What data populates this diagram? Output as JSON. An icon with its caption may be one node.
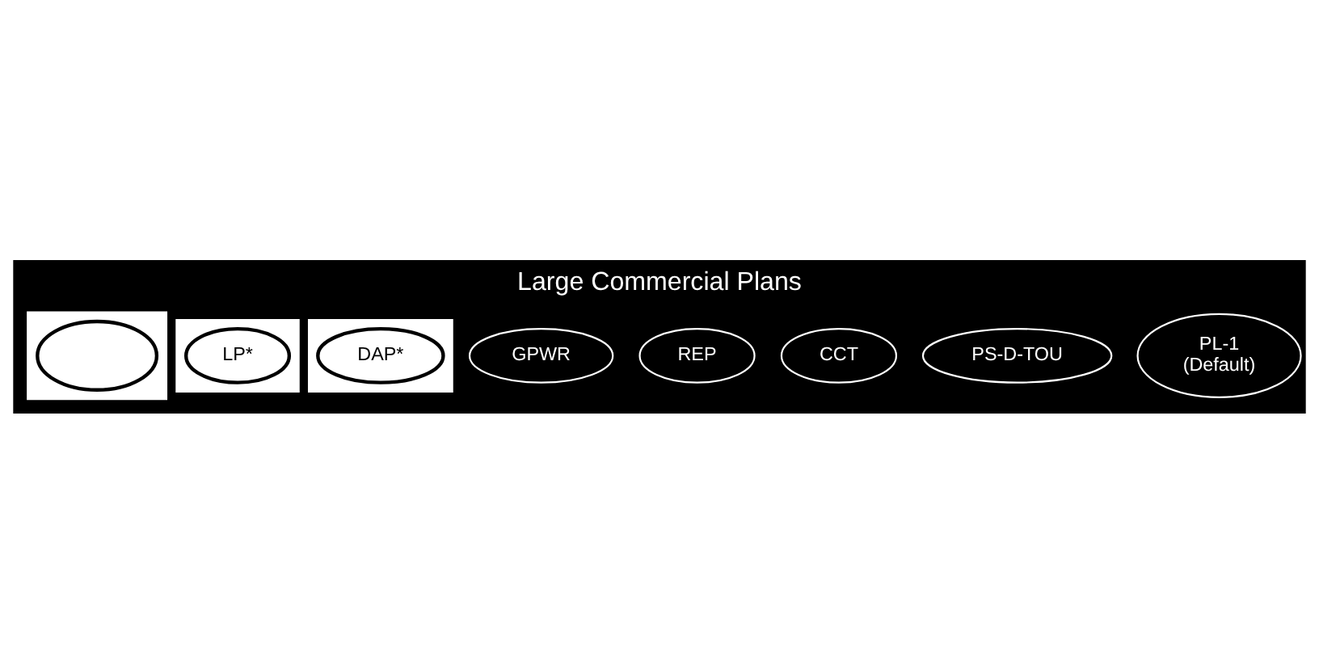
{
  "diagram": {
    "title": "Large Commercial Plans",
    "nodes": [
      {
        "text": [],
        "shape": "box"
      },
      {
        "text": [],
        "shape": "ellipse",
        "in": 0
      },
      {
        "text": [],
        "shape": "box"
      },
      {
        "text": [
          "LP*"
        ],
        "in": 2
      },
      {
        "text": [],
        "shape": "box"
      },
      {
        "text": [
          "DAP*"
        ],
        "in": 4
      },
      {
        "text": [
          "GPWR"
        ]
      },
      {
        "text": [
          "REP"
        ]
      },
      {
        "text": [
          "CCT"
        ]
      },
      {
        "text": [
          "PS-D-TOU"
        ]
      },
      {
        "text": [
          "PL-1",
          "(Default)"
        ]
      }
    ],
    "edges": []
  }
}
